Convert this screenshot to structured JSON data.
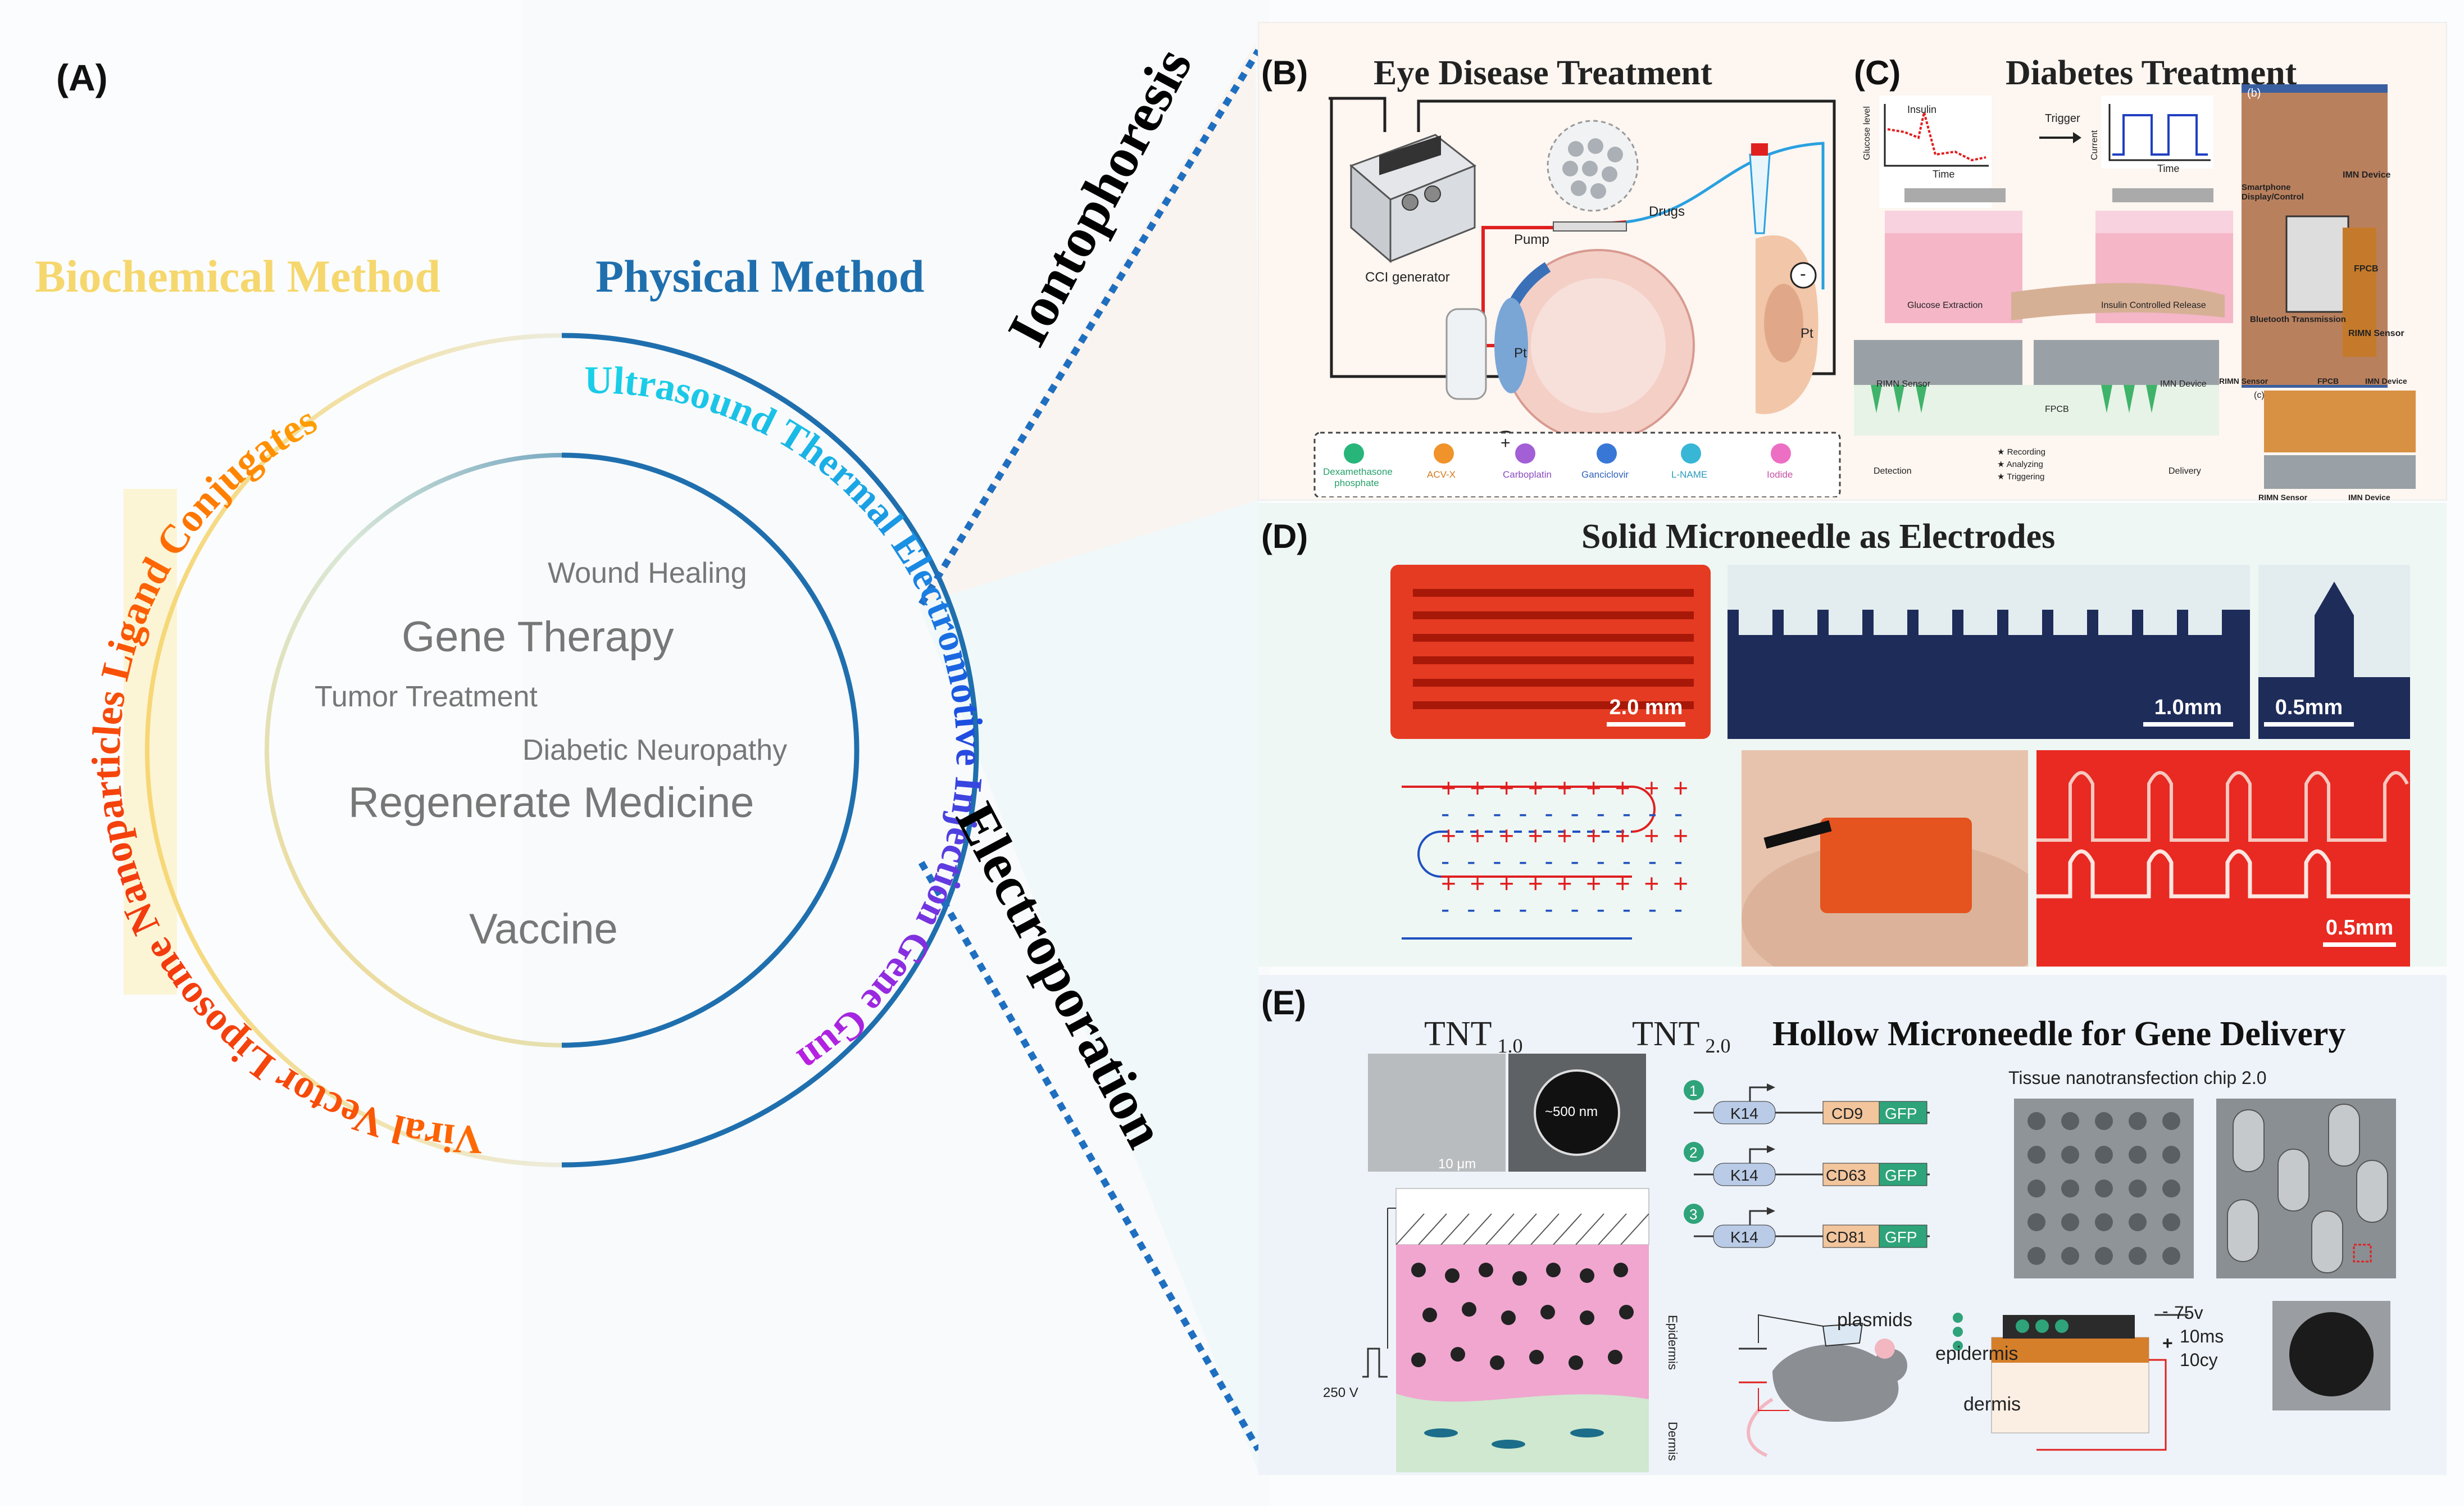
{
  "panel_a": {
    "label": "(A)",
    "biochemical_title": "Biochemical Method",
    "physical_title": "Physical Method",
    "biochemical_ring_text": "Viral Vector Liposome Nanoparticles Ligand Conjugates",
    "physical_ring_text": "Ultrasound Thermal Electromotive Injection Gene Gun",
    "applications": [
      "Wound Healing",
      "Gene Therapy",
      "Tumor Treatment",
      "Diabetic Neuropathy",
      "Regenerate Medicine",
      "Vaccine"
    ],
    "iontophoresis_label": "Iontophoresis",
    "electroporation_label": "Electroporation"
  },
  "panel_b": {
    "label": "(B)",
    "title": "Eye Disease Treatment",
    "ccigen": "CCI generator",
    "pump": "Pump",
    "drugs": "Drugs",
    "pt1": "Pt",
    "pt2": "Pt",
    "plus": "+",
    "minus": "-",
    "drugs_legend": [
      "Dexamethasone phosphate",
      "ACV-X",
      "Carboplatin",
      "Ganciclovir",
      "L-NAME",
      "Iodide"
    ]
  },
  "panel_c": {
    "label": "(C)",
    "title": "Diabetes Treatment",
    "glucose_level": "Glucose level",
    "insulin": "Insulin",
    "time1": "Time",
    "trigger": "Trigger",
    "current": "Current",
    "time2": "Time",
    "b_label": "(b)",
    "c_label": "(c)",
    "glucose_extraction": "Glucose Extraction",
    "insulin_release": "Insulin Controlled Release",
    "imn_device": "IMN Device",
    "smartphone": "Smartphone Display/Control",
    "fpcb": "FPCB",
    "bluetooth": "Bluetooth Transmission",
    "rimn_sensor": "RIMN Sensor",
    "rimn_sensor2": "RIMN Sensor",
    "imn_device2": "IMN Device",
    "fpcb2": "FPCB",
    "detection": "Detection",
    "recording": "★ Recording",
    "analyzing": "★ Analyzing",
    "triggering": "★ Triggering",
    "delivery": "Delivery",
    "c_rimn": "RIMN Sensor",
    "c_fpcb": "FPCB",
    "c_imn": "IMN Device",
    "c_rimn2": "RIMN Sensor",
    "c_imn2": "IMN Device"
  },
  "panel_d": {
    "label": "(D)",
    "title": "Solid Microneedle as Electrodes",
    "scale1": "2.0 mm",
    "scale2": "1.0mm",
    "scale3": "0.5mm",
    "scale4": "0.5mm",
    "plus_row": "+ + + + + + + + +",
    "minus_row": "- - - - - - - - - -"
  },
  "panel_e": {
    "label": "(E)",
    "tnt1": "TNT",
    "tnt1_sub": "1.0",
    "tnt2": "TNT",
    "tnt2_sub": "2.0",
    "title": "Hollow Microneedle for Gene Delivery",
    "scale_10um": "10 μm",
    "scale_500nm": "~500 nm",
    "epidermis_v": "Epidermis",
    "dermis_v": "Dermis",
    "voltage": "250 V",
    "chip_title": "Tissue nanotransfection chip 2.0",
    "constructs": [
      {
        "num": "1",
        "promoter": "K14",
        "gene": "CD9",
        "tag": "GFP"
      },
      {
        "num": "2",
        "promoter": "K14",
        "gene": "CD63",
        "tag": "GFP"
      },
      {
        "num": "3",
        "promoter": "K14",
        "gene": "CD81",
        "tag": "GFP"
      }
    ],
    "plasmids": "plasmids",
    "epidermis": "epidermis",
    "dermis": "dermis",
    "v75": "75v",
    "ms10": "10ms",
    "cy10": "10cy",
    "minus": "-",
    "plus": "+"
  },
  "colors": {
    "blue_ring": "#1f6fae",
    "yellow": "#f5d76e",
    "dotted": "#1f6fc0"
  }
}
